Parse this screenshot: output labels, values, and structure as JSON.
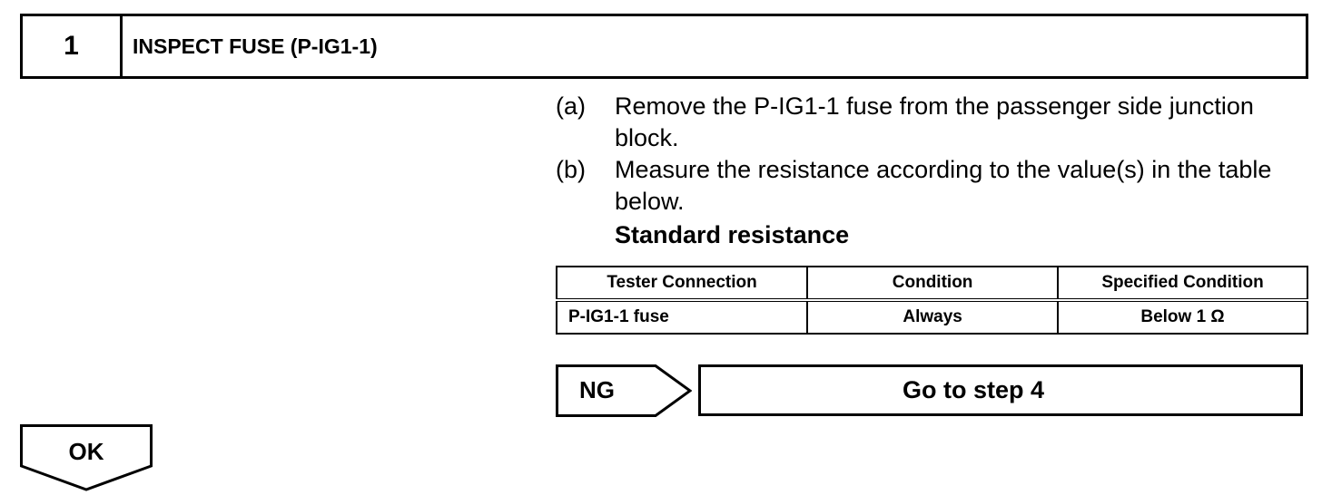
{
  "step": {
    "number": "1",
    "title": "INSPECT FUSE (P-IG1-1)"
  },
  "instructions": [
    {
      "letter": "(a)",
      "text": "Remove the P-IG1-1 fuse from the passenger side junction block."
    },
    {
      "letter": "(b)",
      "text": "Measure the resistance according to the value(s) in the table below."
    }
  ],
  "standard_label": "Standard resistance",
  "table": {
    "headers": [
      "Tester Connection",
      "Condition",
      "Specified Condition"
    ],
    "rows": [
      [
        "P-IG1-1 fuse",
        "Always",
        "Below 1 Ω"
      ]
    ]
  },
  "ng": {
    "label": "NG",
    "action": "Go to step 4"
  },
  "ok": {
    "label": "OK"
  }
}
